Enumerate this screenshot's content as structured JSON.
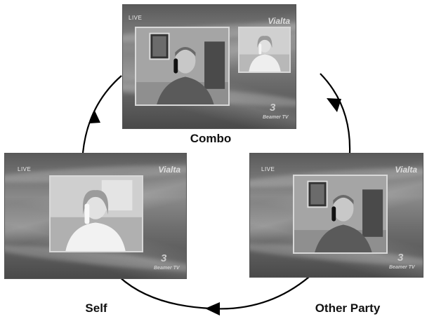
{
  "screens": {
    "combo": {
      "live": "LIVE",
      "brand": "Vialta",
      "sub_brand": "Beamer TV",
      "sub_brand_mark": "3",
      "caption": "Combo"
    },
    "self": {
      "live": "LIVE",
      "brand": "Vialta",
      "sub_brand": "Beamer TV",
      "sub_brand_mark": "3",
      "caption": "Self"
    },
    "other": {
      "live": "LIVE",
      "brand": "Vialta",
      "sub_brand": "Beamer TV",
      "sub_brand_mark": "3",
      "caption": "Other Party"
    }
  },
  "colors": {
    "arrow": "#000000",
    "background": "#ffffff"
  }
}
